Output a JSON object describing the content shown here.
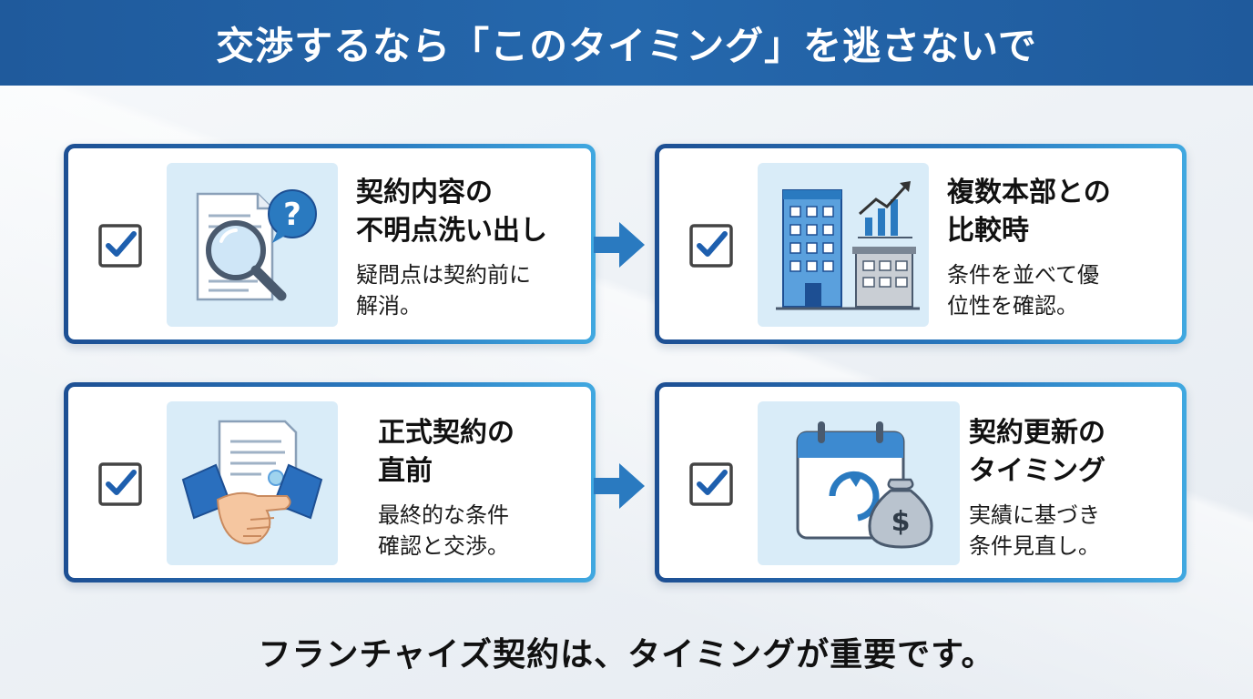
{
  "header": {
    "title": "交渉するなら「このタイミング」を逃さないで"
  },
  "cards": [
    {
      "title": [
        "契約内容の",
        "不明点洗い出し"
      ],
      "description": [
        "疑問点は契約前に",
        "解消。"
      ],
      "icon": "document-magnifier-question-icon"
    },
    {
      "title": [
        "複数本部との",
        "比較時"
      ],
      "description": [
        "条件を並べて優",
        "位性を確認。"
      ],
      "icon": "buildings-growth-chart-icon"
    },
    {
      "title": [
        "正式契約の",
        "直前"
      ],
      "description": [
        "最終的な条件",
        "確認と交渉。"
      ],
      "icon": "contract-handshake-icon"
    },
    {
      "title": [
        "契約更新の",
        "タイミング"
      ],
      "description": [
        "実績に基づき",
        "条件見直し。"
      ],
      "icon": "calendar-renew-money-bag-icon"
    }
  ],
  "footer": {
    "text": "フランチャイズ契約は、タイミングが重要です。"
  },
  "colors": {
    "header_bg": "#2568ad",
    "accent_blue": "#1d4f93",
    "accent_light": "#40a8e0",
    "illustration_bg": "#d9ecf8",
    "check_blue": "#1e5fae"
  }
}
